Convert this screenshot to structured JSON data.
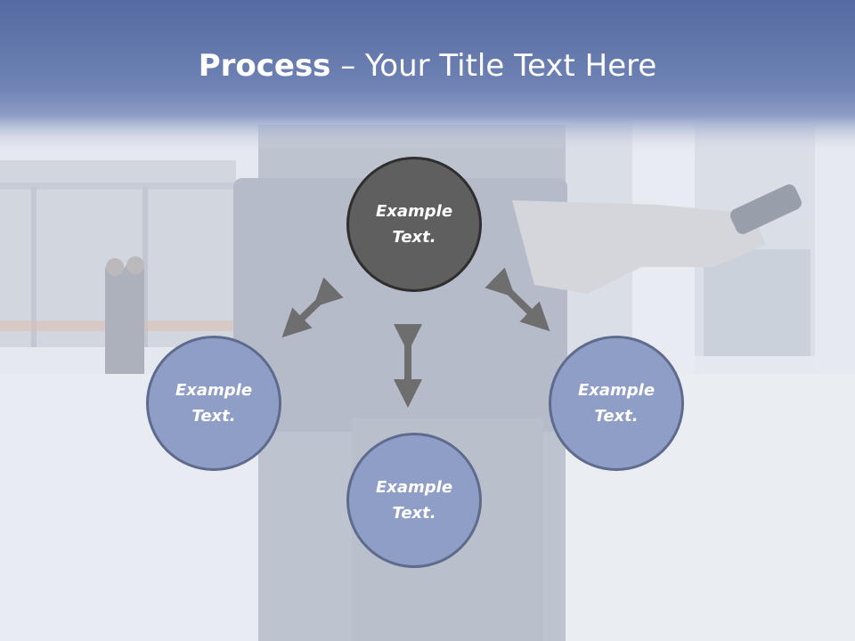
{
  "slide": {
    "title_strong": "Process",
    "title_rest": " – Your Title Text Here",
    "circles": {
      "top": {
        "line1": "Example",
        "line2": "Text."
      },
      "left": {
        "line1": "Example",
        "line2": "Text."
      },
      "right": {
        "line1": "Example",
        "line2": "Text."
      },
      "bottom": {
        "line1": "Example",
        "line2": "Text."
      }
    },
    "colors": {
      "header_band": "#6b7fb1",
      "dark_circle": "#5f5f5f",
      "blue_circle": "#8e9ec6",
      "arrows": "#6e6e6e"
    }
  }
}
